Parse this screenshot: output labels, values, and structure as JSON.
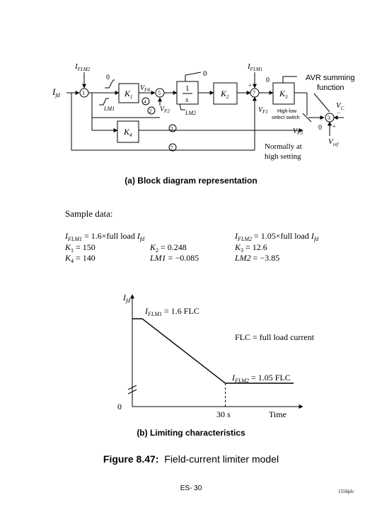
{
  "block_diagram": {
    "input_label": "I",
    "input_sub": "fd",
    "top_left_label": "I",
    "top_left_sub": "FLM2",
    "top_right_label": "I",
    "top_right_sub": "FLM1",
    "zero_top": "0",
    "zero_left": "0",
    "zero_right": "0",
    "k1": "K",
    "k1_sub": "1",
    "k2": "K",
    "k2_sub": "2",
    "k3": "K",
    "k3_sub": "3",
    "k4": "K",
    "k4_sub": "4",
    "integrator_num": "1",
    "integrator_den": "s",
    "lm1": "LM1",
    "lm2": "LM2",
    "vf1": "V",
    "vf1_sub": "F1",
    "vf2": "V",
    "vf2_sub": "F2",
    "vf3": "V",
    "vf3_sub": "F3",
    "vf4": "V",
    "vf4_sub": "F4",
    "vc": "V",
    "vc_sub": "C",
    "vref": "V",
    "vref_sub": "ref",
    "circle_1": "1",
    "circle_2": "2",
    "circle_3": "3",
    "circle_4": "4",
    "circle_5": "5",
    "circle_7": "7",
    "avr_line1": "AVR summing",
    "avr_line2": "function",
    "high_low_line1": "High-low",
    "high_low_line2": "select switch",
    "normally_line1": "Normally at",
    "normally_line2": "high setting",
    "sign_minus": "−",
    "sign_plus": "+"
  },
  "caption_a": "(a) Block diagram representation",
  "sample": {
    "heading": "Sample data:",
    "rows": [
      [
        "I",
        "FLM1",
        " = 1.6×full load ",
        "I",
        "fd"
      ],
      [
        "I",
        "FLM2",
        " = 1.05×full load ",
        "I",
        "fd"
      ]
    ],
    "k1": "K",
    "k1_sub": "1",
    "k1_val": " = 150",
    "k2": "K",
    "k2_sub": "2",
    "k2_val": " = 0.248",
    "k3": "K",
    "k3_sub": "3",
    "k3_val": " = 12.6",
    "k4": "K",
    "k4_sub": "4",
    "k4_val": " = 140",
    "lm1": "LM1",
    "lm1_val": " = −0.085",
    "lm2": "LM2",
    "lm2_val": " = −3.85"
  },
  "limiting_plot": {
    "y_label": "I",
    "y_sub": "fd",
    "origin": "0",
    "x_tick": "30 s",
    "x_label": "Time",
    "level_high_label": "I",
    "level_high_sub": "FLM1",
    "level_high_text": " = 1.6 FLC",
    "level_low_label": "I",
    "level_low_sub": "FLM2",
    "level_low_text": " = 1.05 FLC",
    "legend": "FLC = full load current",
    "level_high_value": 1.6,
    "level_low_value": 1.05,
    "ramp_end_time_s": 30
  },
  "caption_b": "(b) Limiting characteristics",
  "figure_caption": {
    "label": "Figure 8.47:",
    "text": "  Field-current limiter model"
  },
  "page_number": "ES- 30",
  "footer_mark": "1556plc"
}
